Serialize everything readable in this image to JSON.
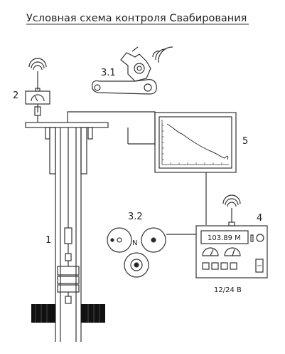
{
  "diagram": {
    "title": "Условная схема контроля Свабирования",
    "labels": {
      "well": "1",
      "sensor": "2",
      "crank_sensor": "3.1",
      "pulley_block": "3.2",
      "controller": "4",
      "monitor": "5",
      "voltage": "12/24 В"
    },
    "controller_display": "103.89 М",
    "pulley_center_letter": "N"
  }
}
